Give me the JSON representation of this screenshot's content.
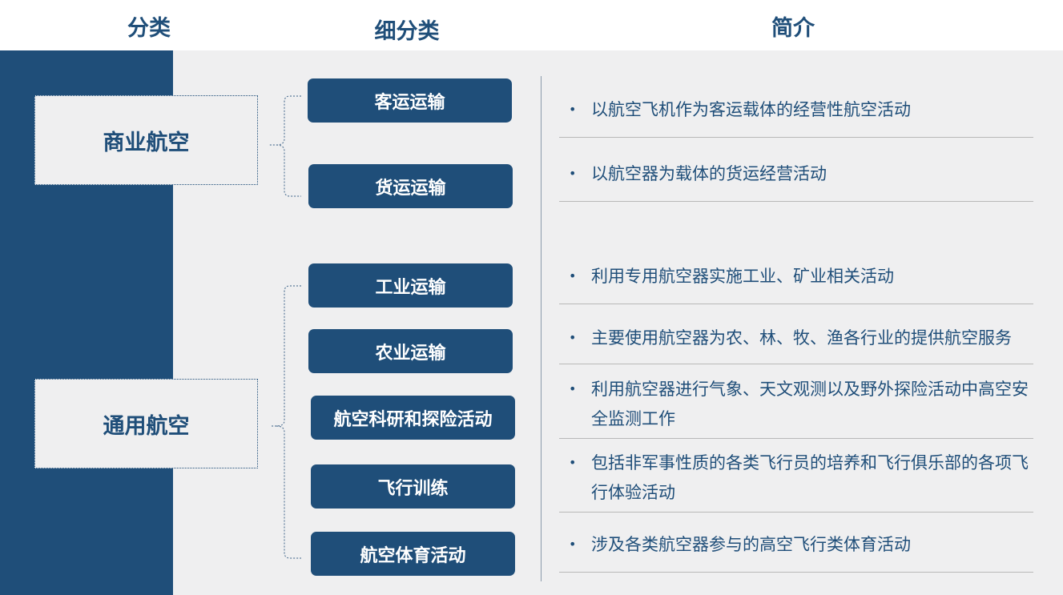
{
  "headers": {
    "category": "分类",
    "subcategory": "细分类",
    "description": "简介"
  },
  "categories": [
    {
      "label": "商业航空"
    },
    {
      "label": "通用航空"
    }
  ],
  "subcategories": [
    {
      "label": "客运运输",
      "description": "以航空飞机作为客运载体的经营性航空活动"
    },
    {
      "label": "货运运输",
      "description": "以航空器为载体的货运经营活动"
    },
    {
      "label": "工业运输",
      "description": "利用专用航空器实施工业、矿业相关活动"
    },
    {
      "label": "农业运输",
      "description": "主要使用航空器为农、林、牧、渔各行业的提供航空服务"
    },
    {
      "label": "航空科研和探险活动",
      "description": "利用航空器进行气象、天文观测以及野外探险活动中高空安全监测工作"
    },
    {
      "label": "飞行训练",
      "description": "包括非军事性质的各类飞行员的培养和飞行俱乐部的各项飞行体验活动"
    },
    {
      "label": "航空体育活动",
      "description": "涉及各类航空器参与的高空飞行类体育活动"
    }
  ],
  "colors": {
    "navy": "#1f4e79",
    "panel": "#efeff0"
  }
}
